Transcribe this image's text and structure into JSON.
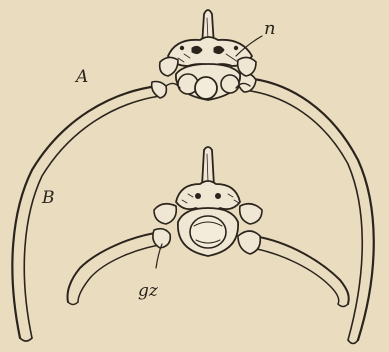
{
  "figure": {
    "labels": {
      "n": "n",
      "a": "A",
      "b": "B",
      "gz": "gz"
    },
    "colors": {
      "paper": "#eadcbf",
      "ink": "#2a241c",
      "bone_fill": "#efe6d3"
    }
  }
}
